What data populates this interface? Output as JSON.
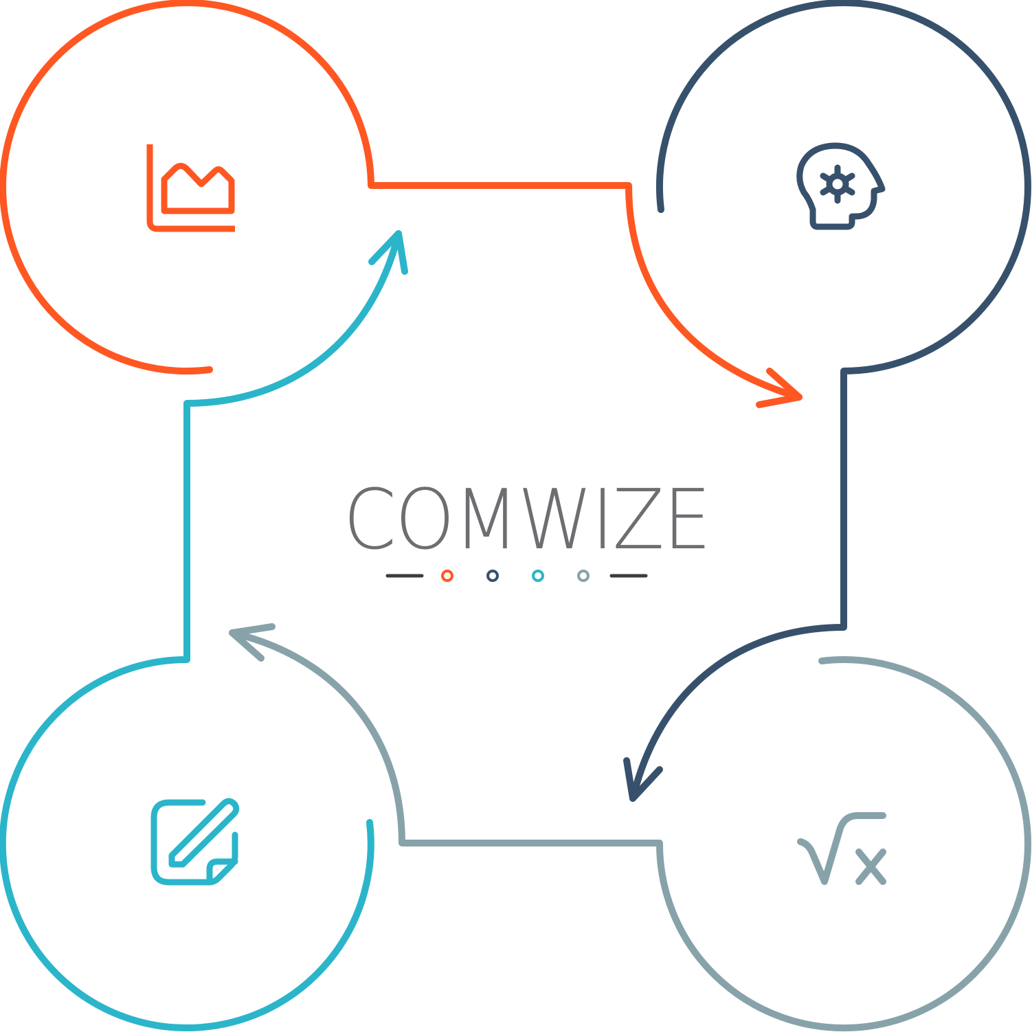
{
  "logo": {
    "text": "COMWIZE",
    "text_color": "#6d6e71",
    "underline_dots": [
      "#ff5722",
      "#37516c",
      "#2bb5ca",
      "#88a2aa"
    ],
    "underline_bar_color": "#3d3d3f"
  },
  "nodes": [
    {
      "id": "analytics",
      "icon": "area-chart-icon",
      "color": "#ff5722",
      "position": "top-left"
    },
    {
      "id": "intelligence",
      "icon": "head-gear-icon",
      "color": "#37516c",
      "position": "top-right"
    },
    {
      "id": "formula",
      "icon": "square-root-x-icon",
      "color": "#88a2aa",
      "position": "bottom-right"
    },
    {
      "id": "notes",
      "icon": "edit-note-icon",
      "color": "#2bb5ca",
      "position": "bottom-left"
    }
  ],
  "flow": [
    "analytics",
    "intelligence",
    "formula",
    "notes",
    "analytics"
  ]
}
